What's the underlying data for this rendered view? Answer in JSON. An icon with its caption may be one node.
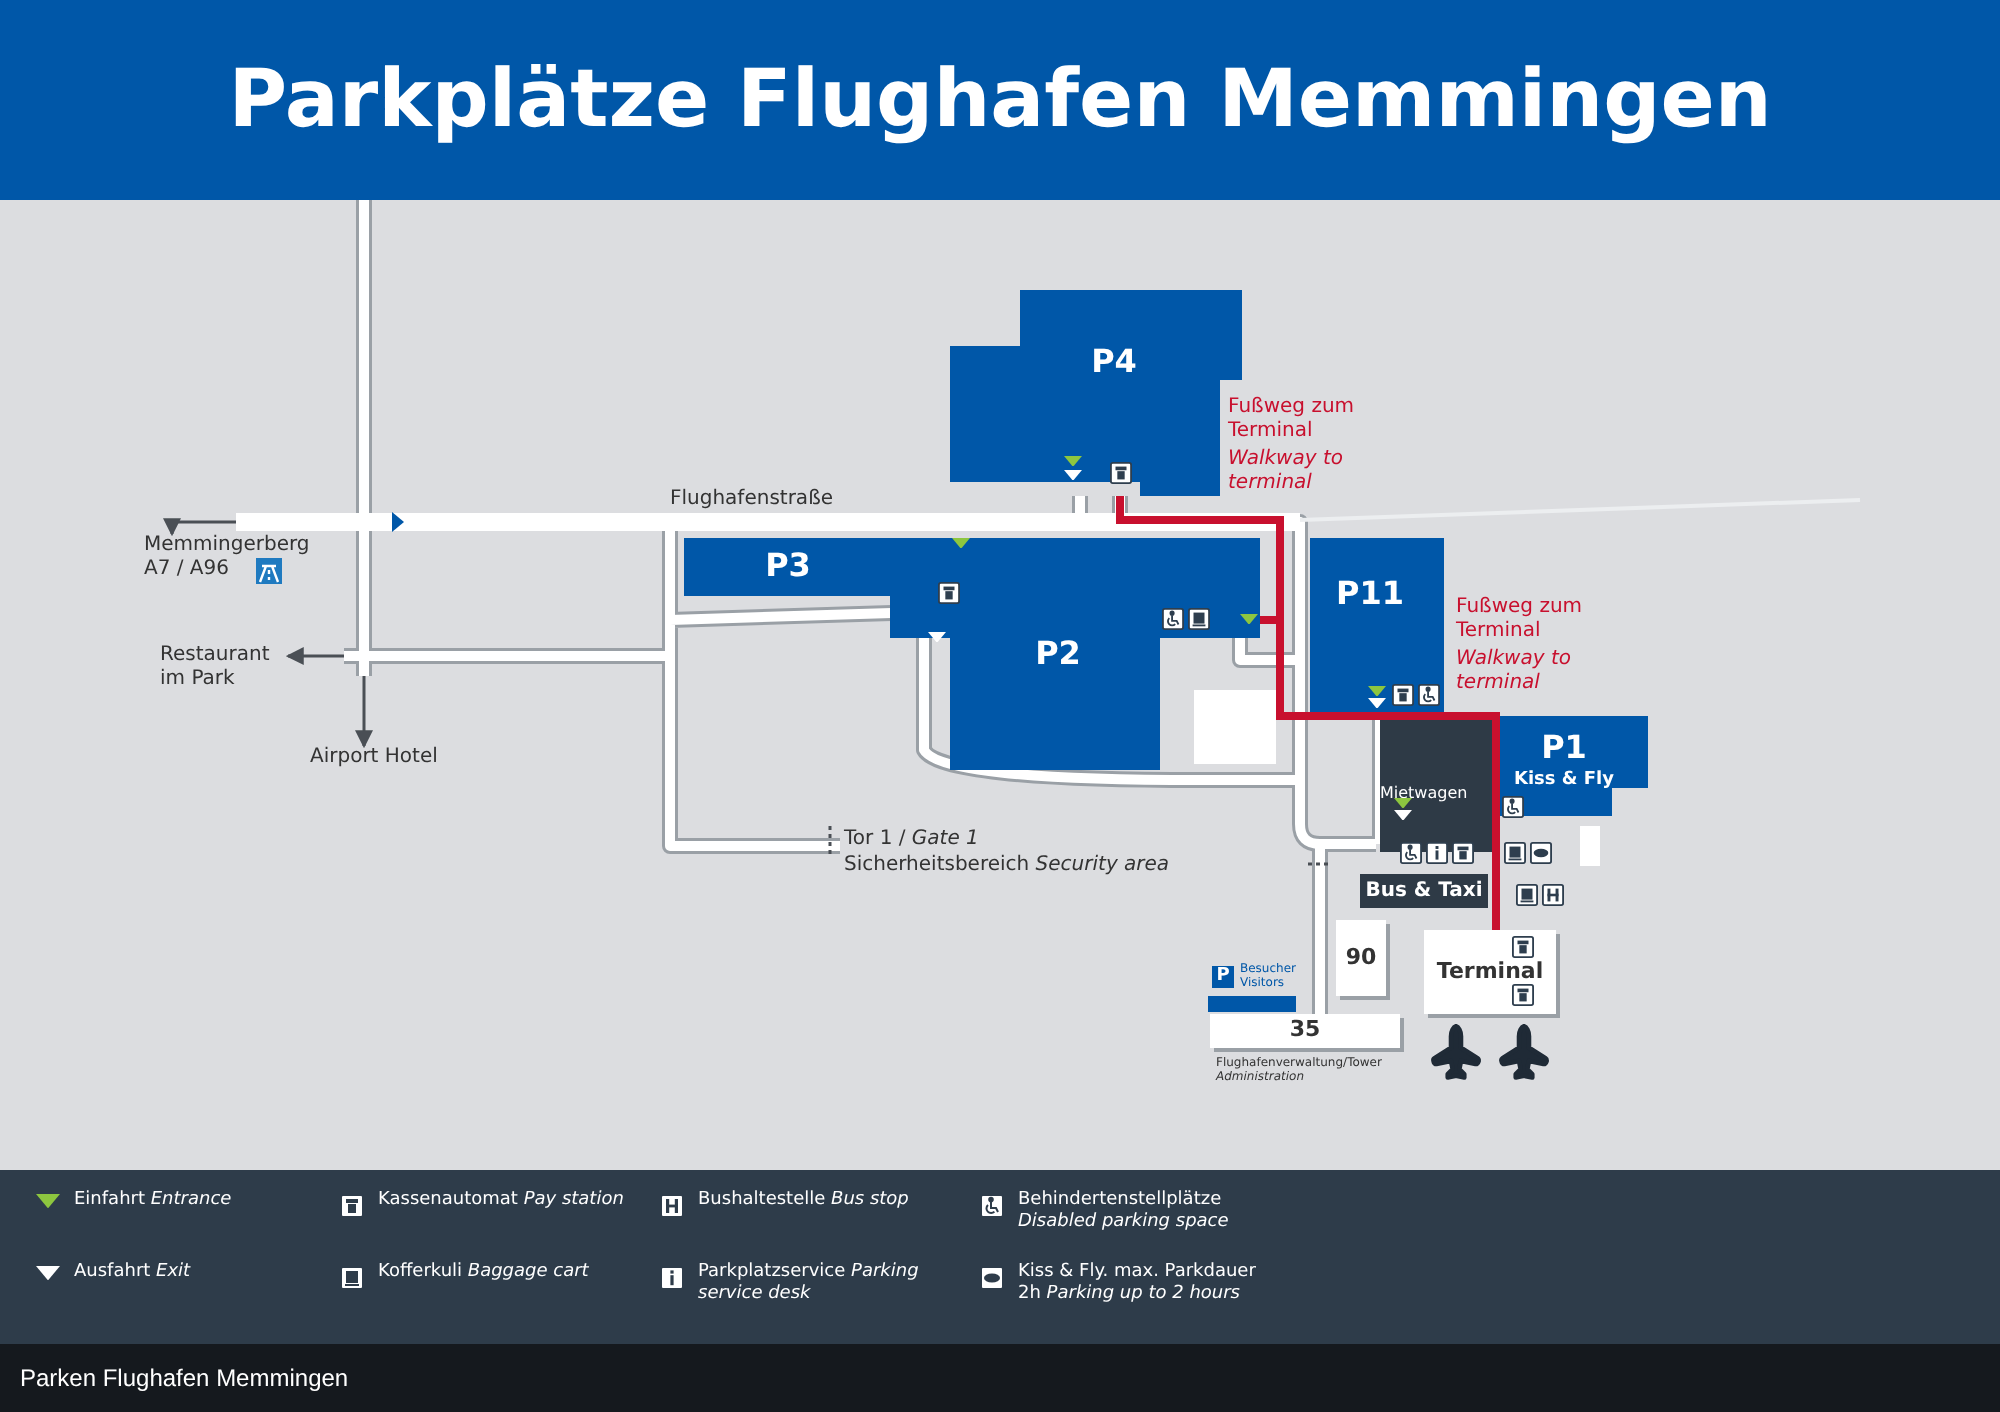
{
  "diagram": {
    "title": "Parkplätze Flughafen Memmingen",
    "caption": "Parken Flughafen Memmingen",
    "nodes": [
      {
        "text": [
          "P4"
        ],
        "beside": [
          "Fußweg zum Terminal",
          "*Walkway to terminal*"
        ]
      },
      {
        "text": [
          "P3"
        ]
      },
      {
        "text": [
          "P2"
        ]
      },
      {
        "text": [
          "P11"
        ],
        "beside": [
          "Fußweg zum Terminal",
          "*Walkway to terminal*"
        ]
      },
      {
        "text": [
          "P1",
          "Kiss & Fly"
        ]
      },
      {
        "text": [
          "Mietwagen"
        ]
      },
      {
        "text": [
          "Bus & Taxi"
        ]
      },
      {
        "text": [
          "Terminal"
        ]
      },
      {
        "text": [
          "90"
        ]
      },
      {
        "text": [
          "35"
        ],
        "beside": [
          "Flughafenverwaltung/Tower *Administration*"
        ]
      },
      {
        "text": [
          "Memmingerberg A7 / A96"
        ]
      },
      {
        "text": [
          "Restaurant im Park"
        ]
      },
      {
        "text": [
          "Airport Hotel"
        ]
      }
    ],
    "edges": [
      {
        "from": null,
        "to": 10,
        "arrow": "to"
      },
      {
        "from": null,
        "to": 11,
        "arrow": "to"
      },
      {
        "from": null,
        "to": 12,
        "arrow": "to"
      },
      {
        "from": 0,
        "to": 7,
        "arrow": "none",
        "style": "thick",
        "color": "#c8102e"
      },
      {
        "from": 2,
        "to": 7,
        "arrow": "none",
        "style": "thick",
        "color": "#c8102e"
      }
    ],
    "labels": [
      "Flughafenstraße",
      "Tor 1 / *Gate 1*",
      "Sicherheitsbereich *Security area*",
      "P",
      "Besucher Visitors"
    ],
    "legend": [
      {
        "text": "Einfahrt *Entrance*"
      },
      {
        "text": "Kassenautomat *Pay station*"
      },
      {
        "text": "Bushaltestelle *Bus stop*"
      },
      {
        "text": "Behindertenstellplätze *Disabled parking space*"
      },
      {
        "text": "Ausfahrt *Exit*"
      },
      {
        "text": "Kofferkuli *Baggage cart*"
      },
      {
        "text": "Parkplatzservice *Parking service desk*"
      },
      {
        "text": "Kiss & Fly. max. Parkdauer 2h *Parking up to 2 hours*"
      }
    ]
  }
}
